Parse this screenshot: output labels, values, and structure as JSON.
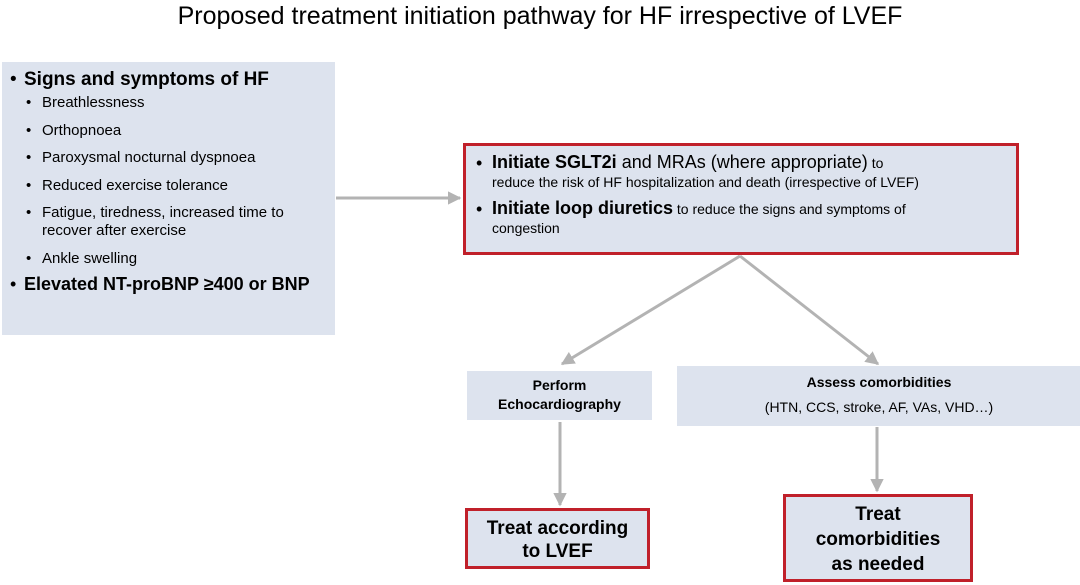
{
  "title": "Proposed treatment initiation pathway for HF irrespective of LVEF",
  "signs": {
    "heading": "Signs and symptoms of HF",
    "symptoms": [
      "Breathlessness",
      "Orthopnoea",
      "Paroxysmal nocturnal dyspnoea",
      "Reduced exercise tolerance",
      "Fatigue, tiredness, increased time to recover after exercise",
      "Ankle swelling"
    ],
    "biomarker": "Elevated NT-proBNP ≥400 or BNP"
  },
  "initiate": {
    "item1_bold": "Initiate SGLT2i",
    "item1_rest": " and MRAs (where appropriate)",
    "item1_small_a": " to",
    "item1_small_b": "reduce the risk of HF hospitalization and death (irrespective of LVEF)",
    "item2_bold": "Initiate loop diuretics",
    "item2_small_a": " to reduce the signs and symptoms of",
    "item2_small_b": "congestion"
  },
  "echo": {
    "line1": "Perform",
    "line2": "Echocardiography"
  },
  "assess": {
    "title": "Assess comorbidities",
    "subtitle": "(HTN, CCS, stroke, AF, VAs, VHD…)"
  },
  "treat_lvef": {
    "line1": "Treat according",
    "line2": "to LVEF"
  },
  "treat_comorb": {
    "line1": "Treat",
    "line2": "comorbidities",
    "line3": "as needed"
  },
  "colors": {
    "box_fill": "#dde3ee",
    "border_red": "#c0202a",
    "arrow_gray": "#b3b3b3"
  }
}
